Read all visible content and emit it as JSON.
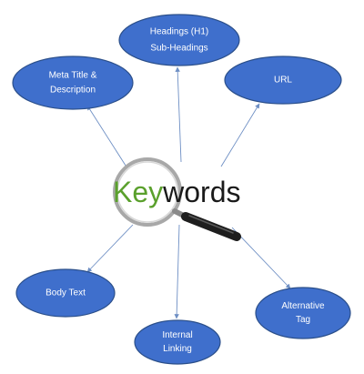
{
  "center": {
    "keyword_green": "Key",
    "keyword_dark": "words",
    "green_color": "#5aa02c",
    "dark_color": "#1a1a1a",
    "icon": "magnifying-glass-icon"
  },
  "node_fill": "#3f6fcc",
  "edge_color": "#6e8fc4",
  "nodes": [
    {
      "id": "headings",
      "lines": [
        "Headings (H1)",
        "Sub-Headings"
      ]
    },
    {
      "id": "meta",
      "lines": [
        "Meta  Title &",
        "Description"
      ]
    },
    {
      "id": "url",
      "lines": [
        "URL"
      ]
    },
    {
      "id": "body-text",
      "lines": [
        "Body Text"
      ]
    },
    {
      "id": "internal-linking",
      "lines": [
        "Internal",
        "Linking"
      ]
    },
    {
      "id": "alternative-tag",
      "lines": [
        "Alternative",
        "Tag"
      ]
    }
  ]
}
